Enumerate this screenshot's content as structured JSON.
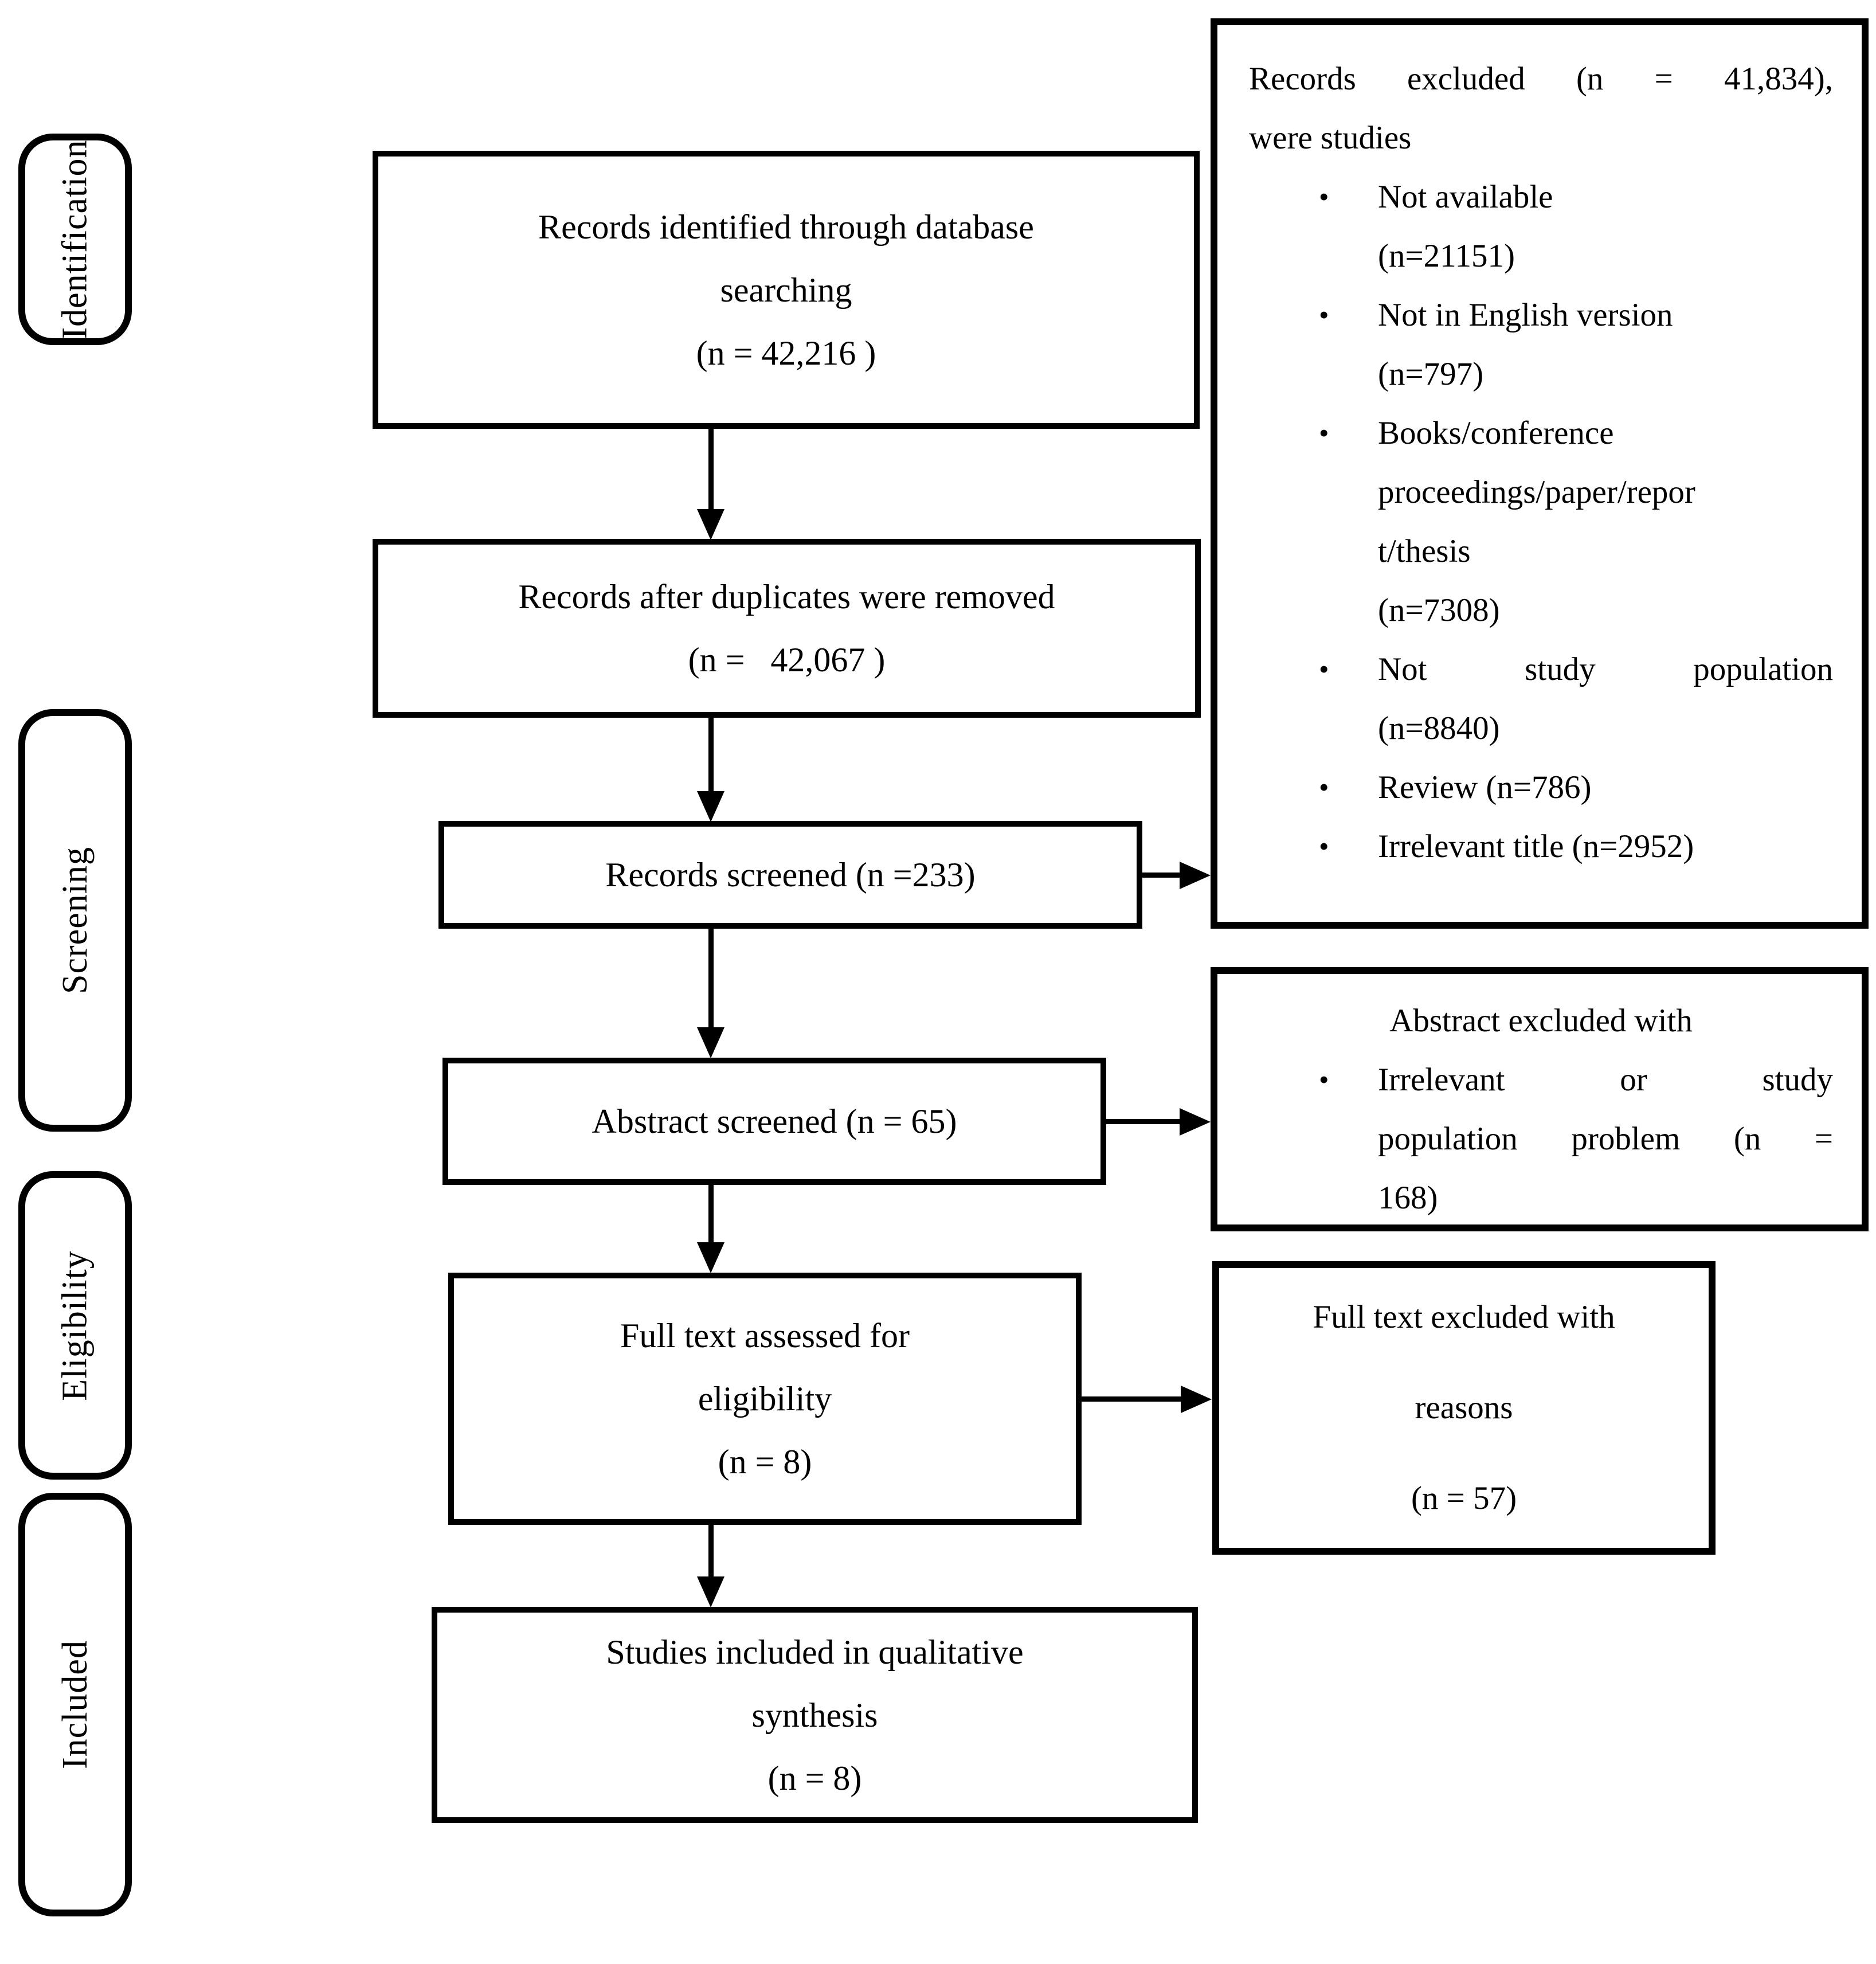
{
  "colors": {
    "ink": "#000000",
    "paper": "#ffffff"
  },
  "glyphs": {
    "bullet": "•"
  },
  "stages": [
    {
      "id": "identification",
      "label": "Identification"
    },
    {
      "id": "screening",
      "label": "Screening"
    },
    {
      "id": "eligibility",
      "label": "Eligibility"
    },
    {
      "id": "included",
      "label": "Included"
    }
  ],
  "flow": {
    "identified": {
      "lines": [
        "Records identified through database",
        "searching",
        "(n = 42,216 )"
      ]
    },
    "duplicates_removed": {
      "lines": [
        "Records after duplicates were removed",
        "(n =   42,067 )"
      ]
    },
    "records_screened": {
      "lines": [
        "Records screened (n =233)"
      ]
    },
    "abstract_screened": {
      "lines": [
        "Abstract screened (n = 65)"
      ]
    },
    "fulltext_assessed": {
      "lines": [
        "Full text assessed for",
        "eligibility",
        "(n = 8)"
      ]
    },
    "included_studies": {
      "lines": [
        "Studies included in qualitative",
        "synthesis",
        "(n = 8)"
      ]
    }
  },
  "exclusions": {
    "records_excluded": {
      "intro_lines": [
        {
          "text": "Records excluded (n = 41,834),",
          "justify": true
        },
        {
          "text": "were studies"
        }
      ],
      "bullets": [
        {
          "lines": [
            {
              "text": "Not available"
            },
            {
              "text": "(n=21151)"
            }
          ]
        },
        {
          "lines": [
            {
              "text": "Not in English version"
            },
            {
              "text": "(n=797)"
            }
          ]
        },
        {
          "lines": [
            {
              "text": "Books/conference"
            },
            {
              "text": "proceedings/paper/repor"
            },
            {
              "text": "t/thesis"
            },
            {
              "text": "(n=7308)"
            }
          ]
        },
        {
          "lines": [
            {
              "text": "Not study population",
              "justify": true
            },
            {
              "text": "(n=8840)"
            }
          ]
        },
        {
          "lines": [
            {
              "text": "Review (n=786)"
            }
          ]
        },
        {
          "lines": [
            {
              "text": "Irrelevant title (n=2952)"
            }
          ]
        }
      ]
    },
    "abstract_excluded": {
      "intro_lines": [
        {
          "text": "Abstract excluded with",
          "center": true
        }
      ],
      "bullets": [
        {
          "lines": [
            {
              "text": "Irrelevant or study",
              "justify": true
            },
            {
              "text": "population problem (n =",
              "justify": true
            },
            {
              "text": "168)"
            }
          ]
        }
      ]
    },
    "fulltext_excluded": {
      "lines": [
        "Full text excluded with",
        "reasons",
        "(n = 57)"
      ]
    }
  }
}
